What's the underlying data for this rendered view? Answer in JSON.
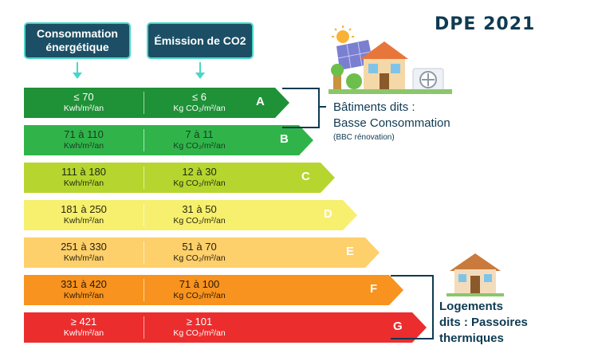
{
  "title": "DPE 2021",
  "headers": {
    "consumption": "Consommation énergétique",
    "emission": "Émission de CO2"
  },
  "unit_consumption": "Kwh/m²/an",
  "unit_emission": "Kg CO₂/m²/an",
  "classes": [
    {
      "letter": "A",
      "consumption": "≤ 70",
      "emission": "≤ 6",
      "color": "#1f9137",
      "text_color": "#ffffff"
    },
    {
      "letter": "B",
      "consumption": "71 à 110",
      "emission": "7 à 11",
      "color": "#30b44a",
      "text_color": "#1c3a22"
    },
    {
      "letter": "C",
      "consumption": "111 à 180",
      "emission": "12 à 30",
      "color": "#b7d52f",
      "text_color": "#1c2a10"
    },
    {
      "letter": "D",
      "consumption": "181 à 250",
      "emission": "31 à 50",
      "color": "#f7ef6e",
      "text_color": "#2a2a10"
    },
    {
      "letter": "E",
      "consumption": "251 à 330",
      "emission": "51 à 70",
      "color": "#fdd06b",
      "text_color": "#2a2010"
    },
    {
      "letter": "F",
      "consumption": "331 à 420",
      "emission": "71 à 100",
      "color": "#f7931e",
      "text_color": "#2a1808"
    },
    {
      "letter": "G",
      "consumption": "≥ 421",
      "emission": "≥ 101",
      "color": "#ec2d2e",
      "text_color": "#ffffff"
    }
  ],
  "low_consumption": {
    "line1": "Bâtiments dits :",
    "line2": "Basse Consommation",
    "note": "(BBC rénovation)"
  },
  "passoires": {
    "line1": "Logements",
    "line2": "dits : Passoires",
    "line3": "thermiques"
  },
  "icons": [
    "solar-house-icon",
    "small-house-icon"
  ]
}
